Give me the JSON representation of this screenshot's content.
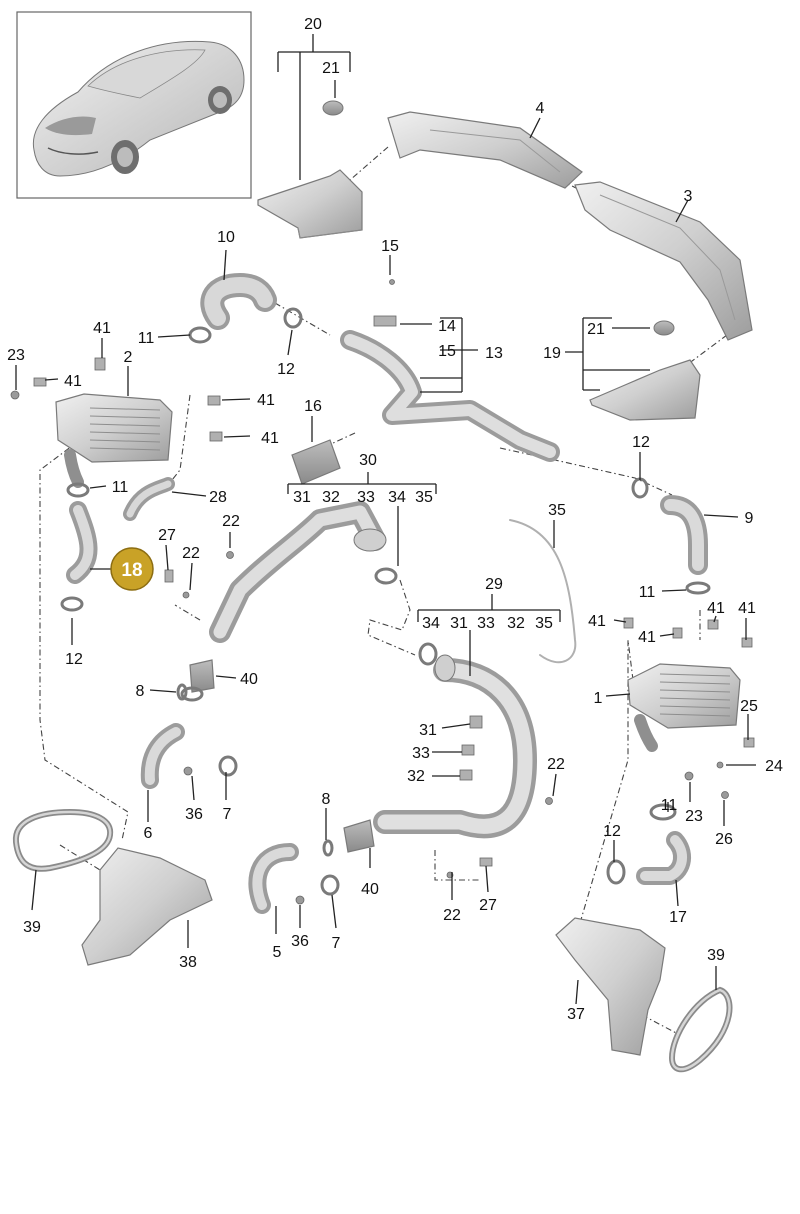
{
  "colors": {
    "part_fill": "#d4d4d4",
    "part_dark": "#a9a9a9",
    "part_light": "#ececec",
    "highlight_fill": "#c9a227",
    "highlight_stroke": "#8c6d12",
    "line": "#222222"
  },
  "highlighted_part": "18",
  "labels": {
    "p1": "1",
    "p2": "2",
    "p3": "3",
    "p4": "4",
    "p5": "5",
    "p6": "6",
    "p7a": "7",
    "p7b": "7",
    "p8a": "8",
    "p8b": "8",
    "p9": "9",
    "p10": "10",
    "p11a": "11",
    "p11b": "11",
    "p11c": "11",
    "p11d": "11",
    "p12a": "12",
    "p12b": "12",
    "p12c": "12",
    "p12d": "12",
    "p13": "13",
    "p14": "14",
    "p15a": "15",
    "p15b": "15",
    "p16": "16",
    "p17": "17",
    "p18": "18",
    "p19": "19",
    "p20": "20",
    "p21a": "21",
    "p21b": "21",
    "p22a": "22",
    "p22b": "22",
    "p22c": "22",
    "p22d": "22",
    "p23a": "23",
    "p23b": "23",
    "p24": "24",
    "p25": "25",
    "p26": "26",
    "p27a": "27",
    "p27b": "27",
    "p28": "28",
    "p29": "29",
    "p30": "30",
    "g30_31": "31",
    "g30_32": "32",
    "g30_33": "33",
    "g30_34": "34",
    "g30_35": "35",
    "g29_34": "34",
    "g29_31": "31",
    "g29_33": "33",
    "g29_32": "32",
    "g29_35": "35",
    "p31": "31",
    "p32": "32",
    "p33": "33",
    "p35": "35",
    "p36a": "36",
    "p36b": "36",
    "p37": "37",
    "p38": "38",
    "p39a": "39",
    "p39b": "39",
    "p40a": "40",
    "p40b": "40",
    "p41a": "41",
    "p41b": "41",
    "p41c": "41",
    "p41d": "41",
    "p41e": "41",
    "p41f": "41",
    "p41g": "41",
    "p41h": "41"
  }
}
